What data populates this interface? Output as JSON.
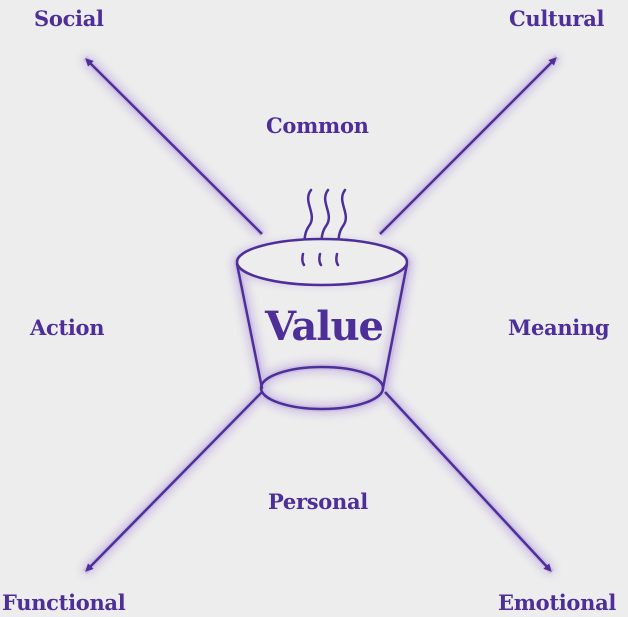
{
  "colors": {
    "background": "#ededed",
    "accent": "#4e2f9a",
    "glow": "#b39ddb"
  },
  "corners": {
    "top_left": "Social",
    "top_right": "Cultural",
    "bottom_left": "Functional",
    "bottom_right": "Emotional"
  },
  "axes": {
    "top": "Common",
    "bottom": "Personal",
    "left": "Action",
    "right": "Meaning"
  },
  "center": {
    "label": "Value",
    "icon": "steaming-cup-icon"
  }
}
